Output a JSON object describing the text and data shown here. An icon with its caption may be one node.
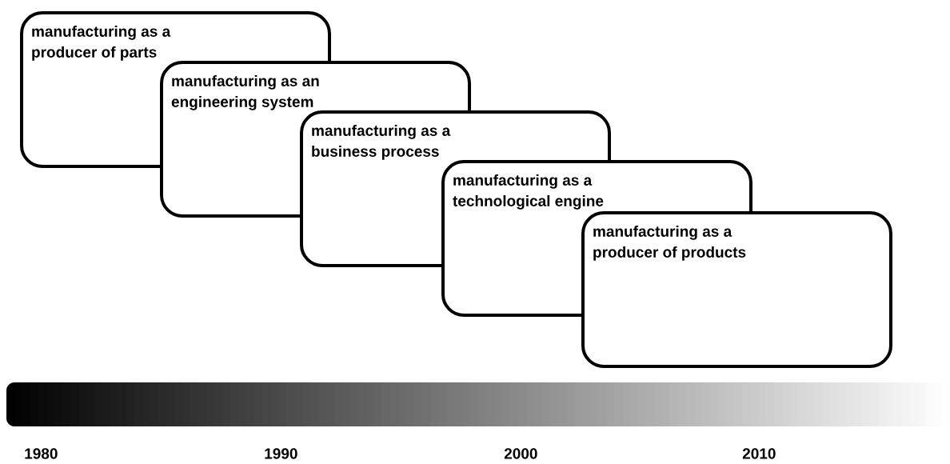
{
  "diagram": {
    "nodes": [
      {
        "text": [
          "manufacturing as a producer of parts"
        ]
      },
      {
        "text": [
          "manufacturing as an engineering system"
        ]
      },
      {
        "text": [
          "manufacturing as a business process"
        ]
      },
      {
        "text": [
          "manufacturing as a technological engine"
        ]
      },
      {
        "text": [
          "manufacturing as a producer of products"
        ]
      }
    ],
    "labels": [
      "1980",
      "1990",
      "2000",
      "2010"
    ]
  }
}
